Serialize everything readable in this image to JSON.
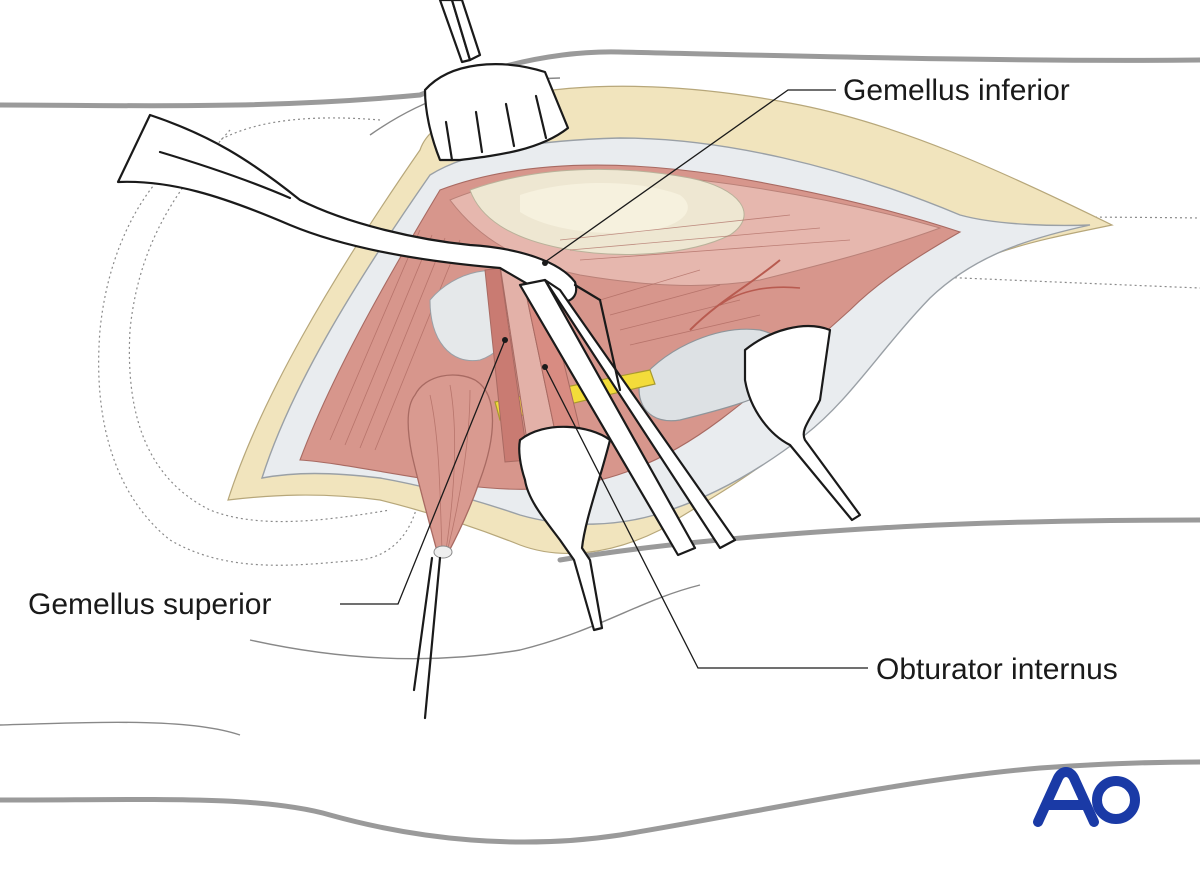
{
  "figure": {
    "labels": {
      "gemellus_inferior": "Gemellus inferior",
      "gemellus_superior": "Gemellus superior",
      "obturator_internus": "Obturator internus"
    },
    "logo_text": "AO",
    "colors": {
      "logo_blue": "#1a3aa6",
      "tendon_red": "#e0201c",
      "nerve_yellow": "#f3dc3a",
      "muscle": "#d7968c",
      "fat": "#f1e4bd"
    }
  }
}
